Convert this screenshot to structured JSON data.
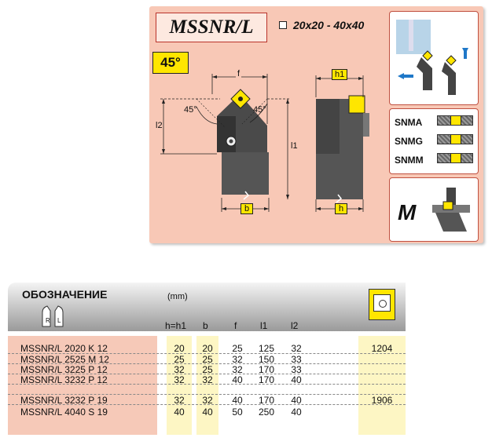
{
  "header": {
    "title": "MSSNR/L",
    "size_range": "20x20 - 40x40",
    "angle": "45°"
  },
  "drawing_labels": {
    "f": "f",
    "h1": "h1",
    "l1": "l1",
    "l2": "l2",
    "b": "b",
    "h": "h",
    "angle_left": "45°",
    "angle_right": "45°"
  },
  "inserts": [
    "SNMA",
    "SNMG",
    "SNMM"
  ],
  "m_label": "M",
  "table": {
    "designation_label": "ОБОЗНАЧЕНИЕ",
    "unit": "(mm)",
    "rl_icon": {
      "r": "R",
      "l": "L"
    },
    "columns": [
      "h=h1",
      "b",
      "f",
      "l1",
      "l2"
    ],
    "rows": [
      {
        "designation": "MSSNR/L 2020  K  12",
        "h": "20",
        "b": "20",
        "f": "25",
        "l1": "125",
        "l2": "32",
        "insert": "1204"
      },
      {
        "designation": "MSSNR/L 2525  M  12",
        "h": "25",
        "b": "25",
        "f": "32",
        "l1": "150",
        "l2": "33",
        "insert": ""
      },
      {
        "designation": "MSSNR/L 3225  P  12",
        "h": "32",
        "b": "25",
        "f": "32",
        "l1": "170",
        "l2": "33",
        "insert": ""
      },
      {
        "designation": "MSSNR/L 3232  P  12",
        "h": "32",
        "b": "32",
        "f": "40",
        "l1": "170",
        "l2": "40",
        "insert": ""
      },
      {
        "designation": "MSSNR/L 3232  P  19",
        "h": "32",
        "b": "32",
        "f": "40",
        "l1": "170",
        "l2": "40",
        "insert": "1906"
      },
      {
        "designation": "MSSNR/L 4040  S  19",
        "h": "40",
        "b": "40",
        "f": "50",
        "l1": "250",
        "l2": "40",
        "insert": ""
      }
    ]
  },
  "colors": {
    "panel": "#f8c8b6",
    "accent_yellow": "#ffe600",
    "title_border": "#b9332b",
    "arrow_blue": "#1f78c8"
  }
}
